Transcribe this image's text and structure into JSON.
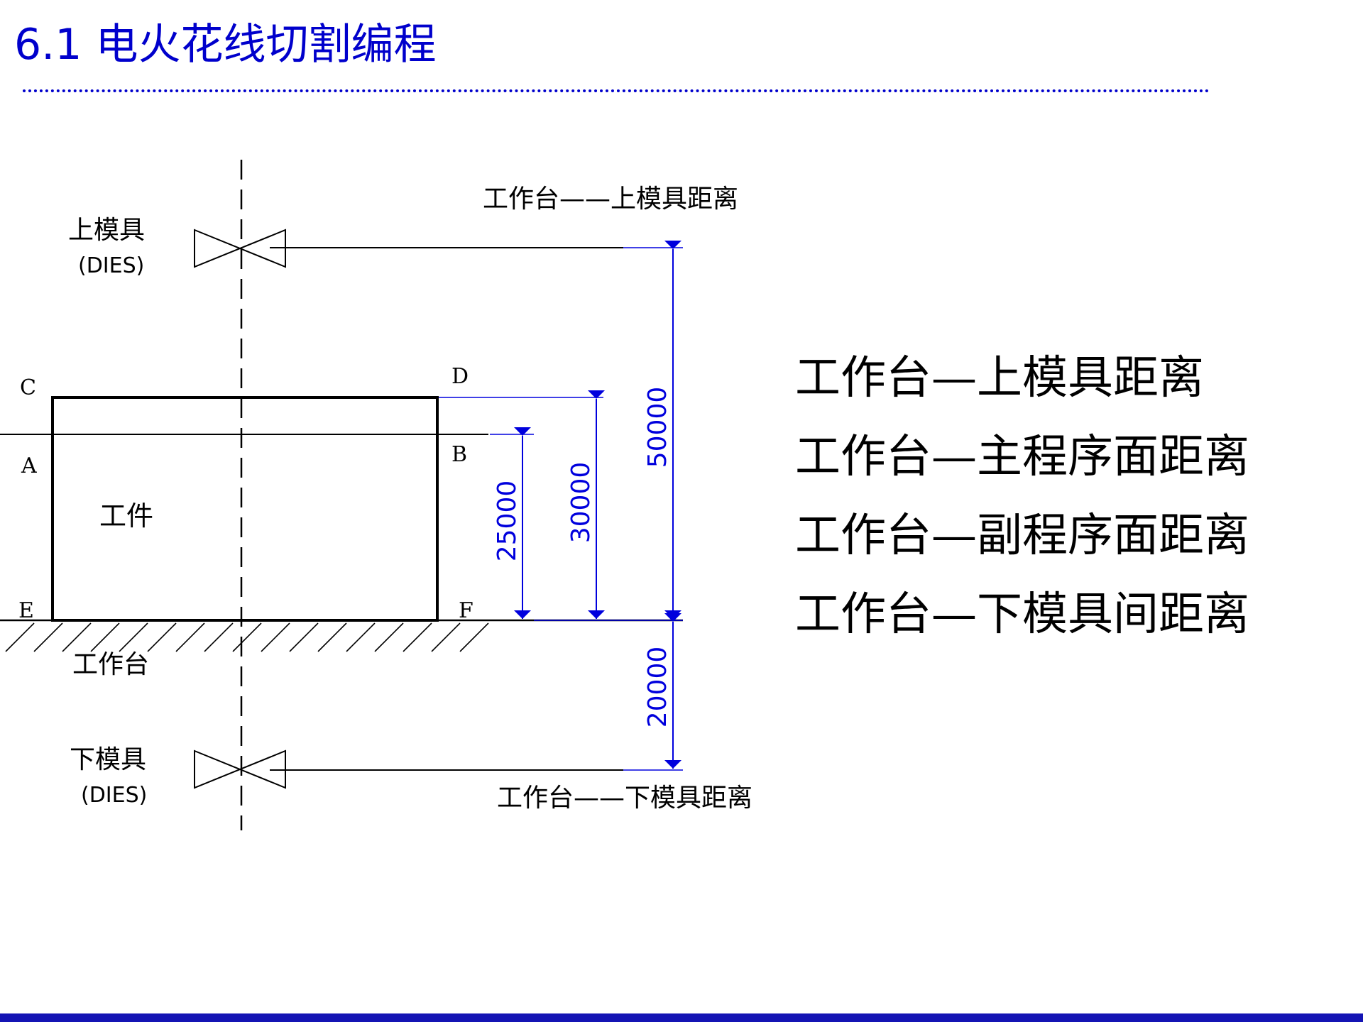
{
  "slide": {
    "title": "6.1 电火花线切割编程"
  },
  "diagram": {
    "upper_die_label": "上模具",
    "upper_die_sub": "(DIES)",
    "lower_die_label": "下模具",
    "lower_die_sub": "(DIES)",
    "top_distance_label": "工作台——上模具距离",
    "bottom_distance_label": "工作台——下模具距离",
    "workpiece_label": "工件",
    "table_label": "工作台",
    "corners": {
      "c": "C",
      "d": "D",
      "a": "A",
      "b": "B",
      "e": "E",
      "f": "F"
    },
    "dimensions": {
      "main_face": "30000",
      "sub_face": "25000",
      "upper_die": "50000",
      "lower_die": "20000"
    },
    "dimension_color": "#0000dd"
  },
  "legend": {
    "items": [
      "工作台—上模具距离",
      "工作台—主程序面距离",
      "工作台—副程序面距离",
      "工作台—下模具间距离"
    ]
  },
  "colors": {
    "title": "#0000cc",
    "footer_bar": "#1414b4"
  }
}
